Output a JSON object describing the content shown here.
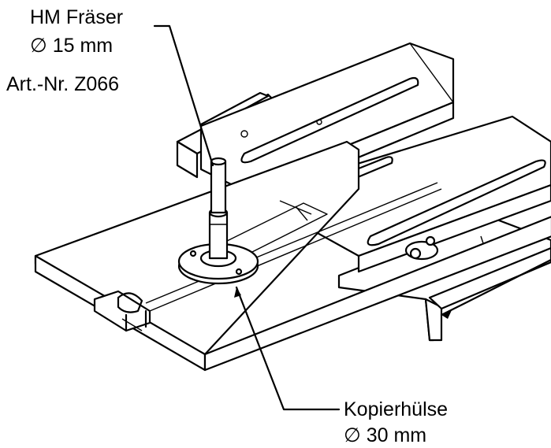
{
  "labels": {
    "cutter_name": "HM Fräser",
    "cutter_diameter": "∅ 15 mm",
    "article_number": "Art.-Nr. Z066",
    "sleeve_name": "Kopierhülse",
    "sleeve_diameter": "∅ 30 mm"
  }
}
